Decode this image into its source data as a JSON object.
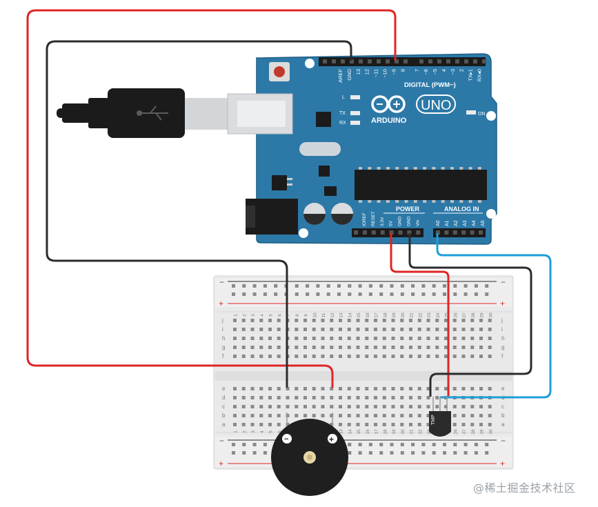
{
  "board": {
    "logo_text": "ARDUINO",
    "model": "UNO",
    "digital_header": "DIGITAL (PWM~)",
    "digital_pins": [
      "AREF",
      "GND",
      "13",
      "12",
      "~11",
      "~10",
      "~9",
      "8",
      "7",
      "~6",
      "~5",
      "4",
      "~3",
      "2",
      "TX▸1",
      "RX◂0"
    ],
    "led_labels": [
      "L",
      "TX",
      "RX"
    ],
    "on_label": "ON",
    "power_header": "POWER",
    "power_pins": [
      "IOREF",
      "RESET",
      "3.3V",
      "5V",
      "GND",
      "GND",
      "Vin"
    ],
    "analog_header": "ANALOG IN",
    "analog_pins": [
      "A0",
      "A1",
      "A2",
      "A3",
      "A4",
      "A5"
    ]
  },
  "breadboard": {
    "columns": [
      "1",
      "2",
      "3",
      "4",
      "5",
      "6",
      "7",
      "8",
      "9",
      "10",
      "11",
      "12",
      "13",
      "14",
      "15",
      "16",
      "17",
      "18",
      "19",
      "20",
      "21",
      "22",
      "23",
      "24",
      "25",
      "26",
      "27",
      "28",
      "29",
      "30"
    ],
    "rows_top": [
      "j",
      "i",
      "h",
      "g",
      "f"
    ],
    "rows_bottom": [
      "e",
      "d",
      "c",
      "b",
      "a"
    ],
    "rail_minus": "−",
    "rail_plus": "+"
  },
  "sensor": {
    "label": "TMP"
  },
  "buzzer": {
    "minus": "−",
    "plus": "+"
  },
  "watermark": "@稀土掘金技术社区",
  "colors": {
    "board": "#2c79a8",
    "board_edge": "#1f5f86",
    "wire_red": "#e02424",
    "wire_black": "#2b2b2b",
    "wire_blue": "#1e9ed8",
    "breadboard": "#e8e8e8"
  }
}
